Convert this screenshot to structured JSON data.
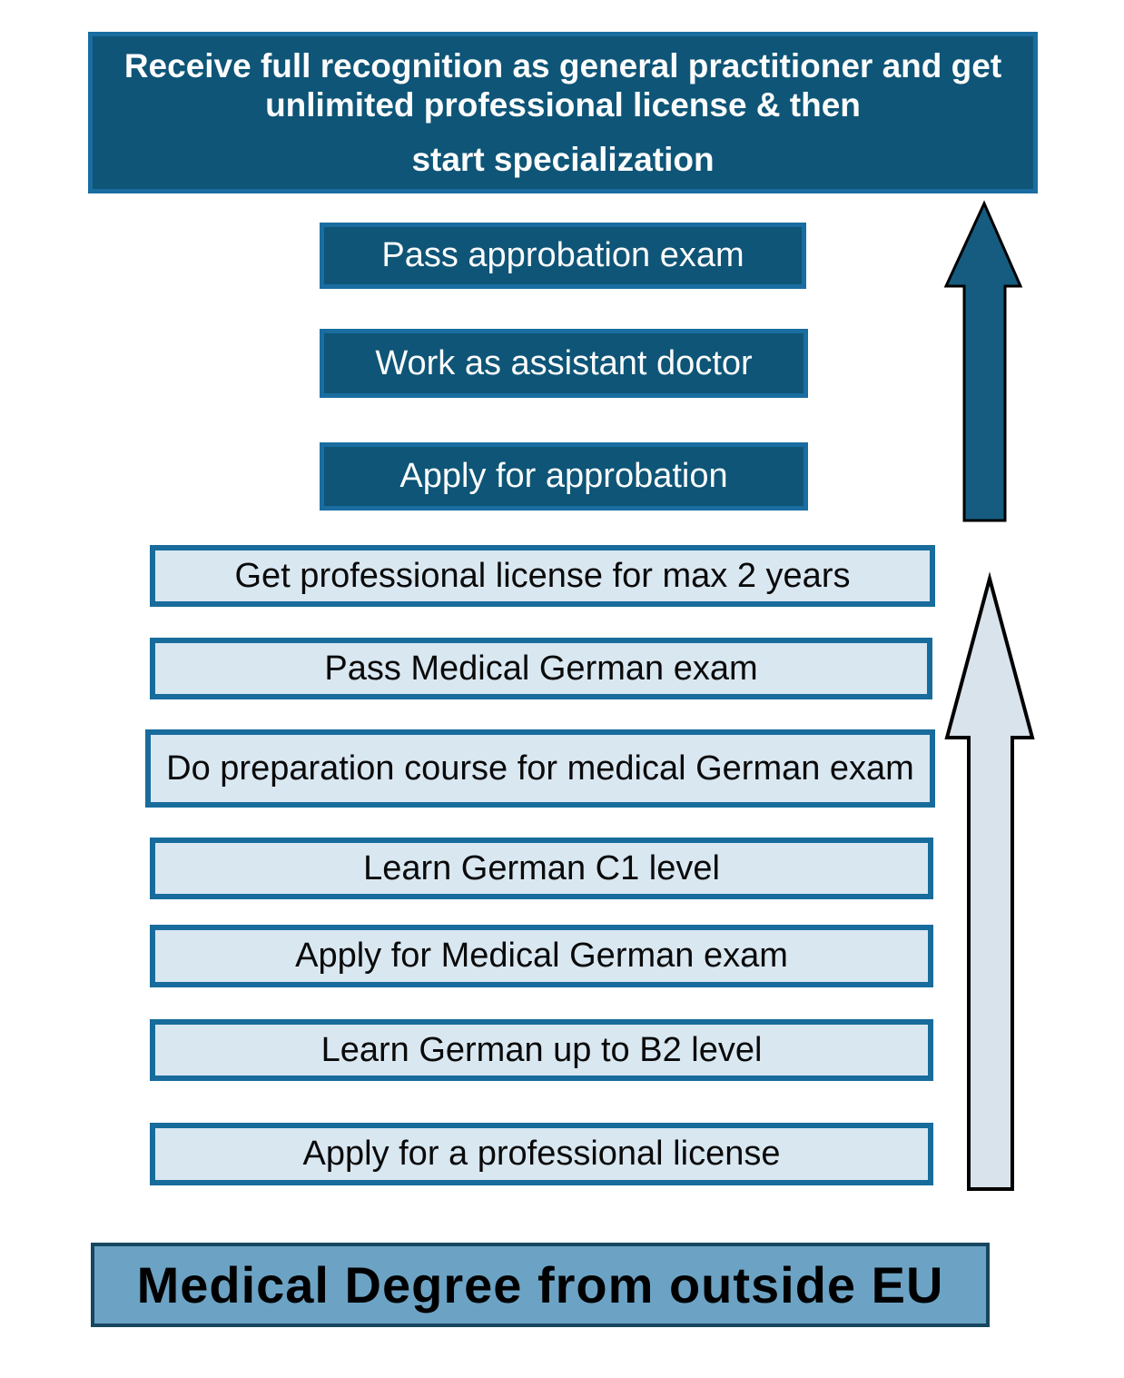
{
  "page": {
    "background": "#FFFFFF",
    "type": "flowchart"
  },
  "colors": {
    "dark_box_fill": "#0E5577",
    "dark_box_border": "#1A6DA0",
    "light_box_fill": "#D9E7F1",
    "light_box_border": "#176C9C",
    "start_box_fill": "#6CA3C4",
    "start_box_border": "#16475F",
    "dark_arrow_fill": "#155C80",
    "light_arrow_fill": "#D9E3EB",
    "arrow_outline": "#000000",
    "dark_text": "#000000",
    "light_text": "#FFFFFF"
  },
  "flow": {
    "final": {
      "line1": "Receive full recognition as general practitioner and get",
      "line2": "unlimited professional license & then",
      "line3": "start specialization"
    },
    "dark_steps": [
      {
        "label": "Pass approbation exam"
      },
      {
        "label": "Work as assistant doctor"
      },
      {
        "label": "Apply for approbation"
      }
    ],
    "light_steps": [
      {
        "label": "Get professional license for max 2 years"
      },
      {
        "label": "Pass Medical German exam"
      },
      {
        "label": "Do preparation course for medical German exam"
      },
      {
        "label": "Learn German C1 level"
      },
      {
        "label": "Apply for Medical German exam"
      },
      {
        "label": "Learn German up to B2 level"
      },
      {
        "label": "Apply for a professional license"
      }
    ],
    "start": {
      "label": "Medical Degree from outside EU"
    },
    "arrows": [
      {
        "name": "upper-dark-up-arrow",
        "direction": "up"
      },
      {
        "name": "lower-light-up-arrow",
        "direction": "up"
      }
    ]
  }
}
